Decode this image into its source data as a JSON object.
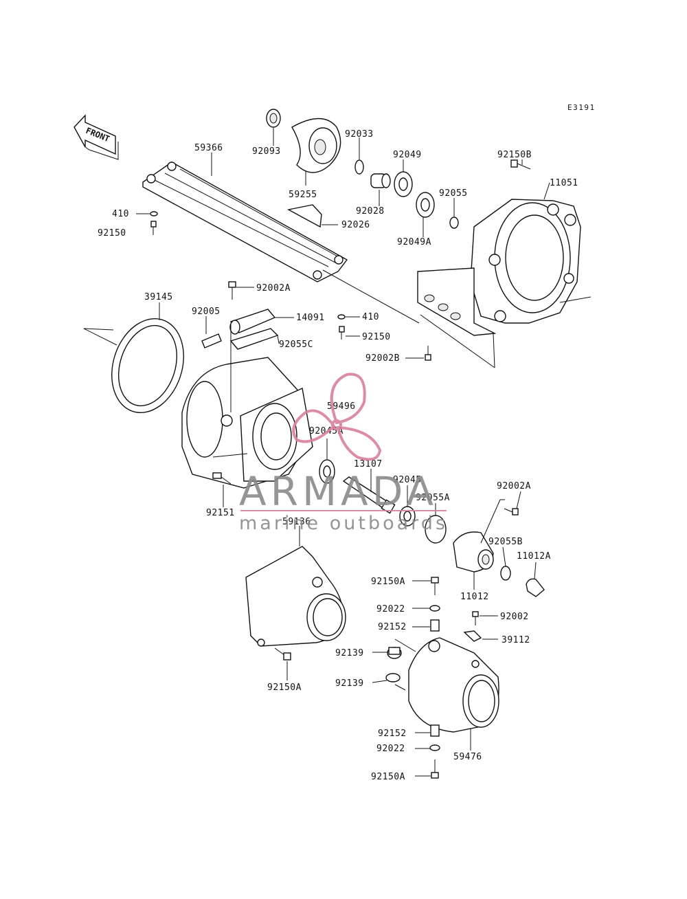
{
  "diagram": {
    "code": "E3191",
    "direction_label": "FRONT",
    "parts": [
      {
        "id": "p59366",
        "label": "59366"
      },
      {
        "id": "p92093",
        "label": "92093"
      },
      {
        "id": "p59255",
        "label": "59255"
      },
      {
        "id": "p92033",
        "label": "92033"
      },
      {
        "id": "p92049",
        "label": "92049"
      },
      {
        "id": "p92028",
        "label": "92028"
      },
      {
        "id": "p92055",
        "label": "92055"
      },
      {
        "id": "p92049A",
        "label": "92049A"
      },
      {
        "id": "p92026",
        "label": "92026"
      },
      {
        "id": "p92150B",
        "label": "92150B"
      },
      {
        "id": "p11051",
        "label": "11051"
      },
      {
        "id": "p410a",
        "label": "410"
      },
      {
        "id": "p92150a",
        "label": "92150"
      },
      {
        "id": "p92002A_top",
        "label": "92002A"
      },
      {
        "id": "p39145",
        "label": "39145"
      },
      {
        "id": "p92005",
        "label": "92005"
      },
      {
        "id": "p14091",
        "label": "14091"
      },
      {
        "id": "p410b",
        "label": "410"
      },
      {
        "id": "p92150b",
        "label": "92150"
      },
      {
        "id": "p92055C",
        "label": "92055C"
      },
      {
        "id": "p92002B",
        "label": "92002B"
      },
      {
        "id": "p59496",
        "label": "59496"
      },
      {
        "id": "p92045A",
        "label": "92045A"
      },
      {
        "id": "p13107",
        "label": "13107"
      },
      {
        "id": "p92045",
        "label": "92045"
      },
      {
        "id": "p92055A",
        "label": "92055A"
      },
      {
        "id": "p92002A_right",
        "label": "92002A"
      },
      {
        "id": "p92151",
        "label": "92151"
      },
      {
        "id": "p59136",
        "label": "59136"
      },
      {
        "id": "p92055B",
        "label": "92055B"
      },
      {
        "id": "p11012A",
        "label": "11012A"
      },
      {
        "id": "p92150A_r1",
        "label": "92150A"
      },
      {
        "id": "p11012",
        "label": "11012"
      },
      {
        "id": "p92022_1",
        "label": "92022"
      },
      {
        "id": "p92002",
        "label": "92002"
      },
      {
        "id": "p92152_1",
        "label": "92152"
      },
      {
        "id": "p39112",
        "label": "39112"
      },
      {
        "id": "p92139_1",
        "label": "92139"
      },
      {
        "id": "p92139_2",
        "label": "92139"
      },
      {
        "id": "p92150A_left",
        "label": "92150A"
      },
      {
        "id": "p92152_2",
        "label": "92152"
      },
      {
        "id": "p92022_2",
        "label": "92022"
      },
      {
        "id": "p59476",
        "label": "59476"
      },
      {
        "id": "p92150A_r2",
        "label": "92150A"
      }
    ]
  },
  "watermark": {
    "title": "ARMADA",
    "subtitle": "marine outboards",
    "accent_color": "#d9809e"
  }
}
